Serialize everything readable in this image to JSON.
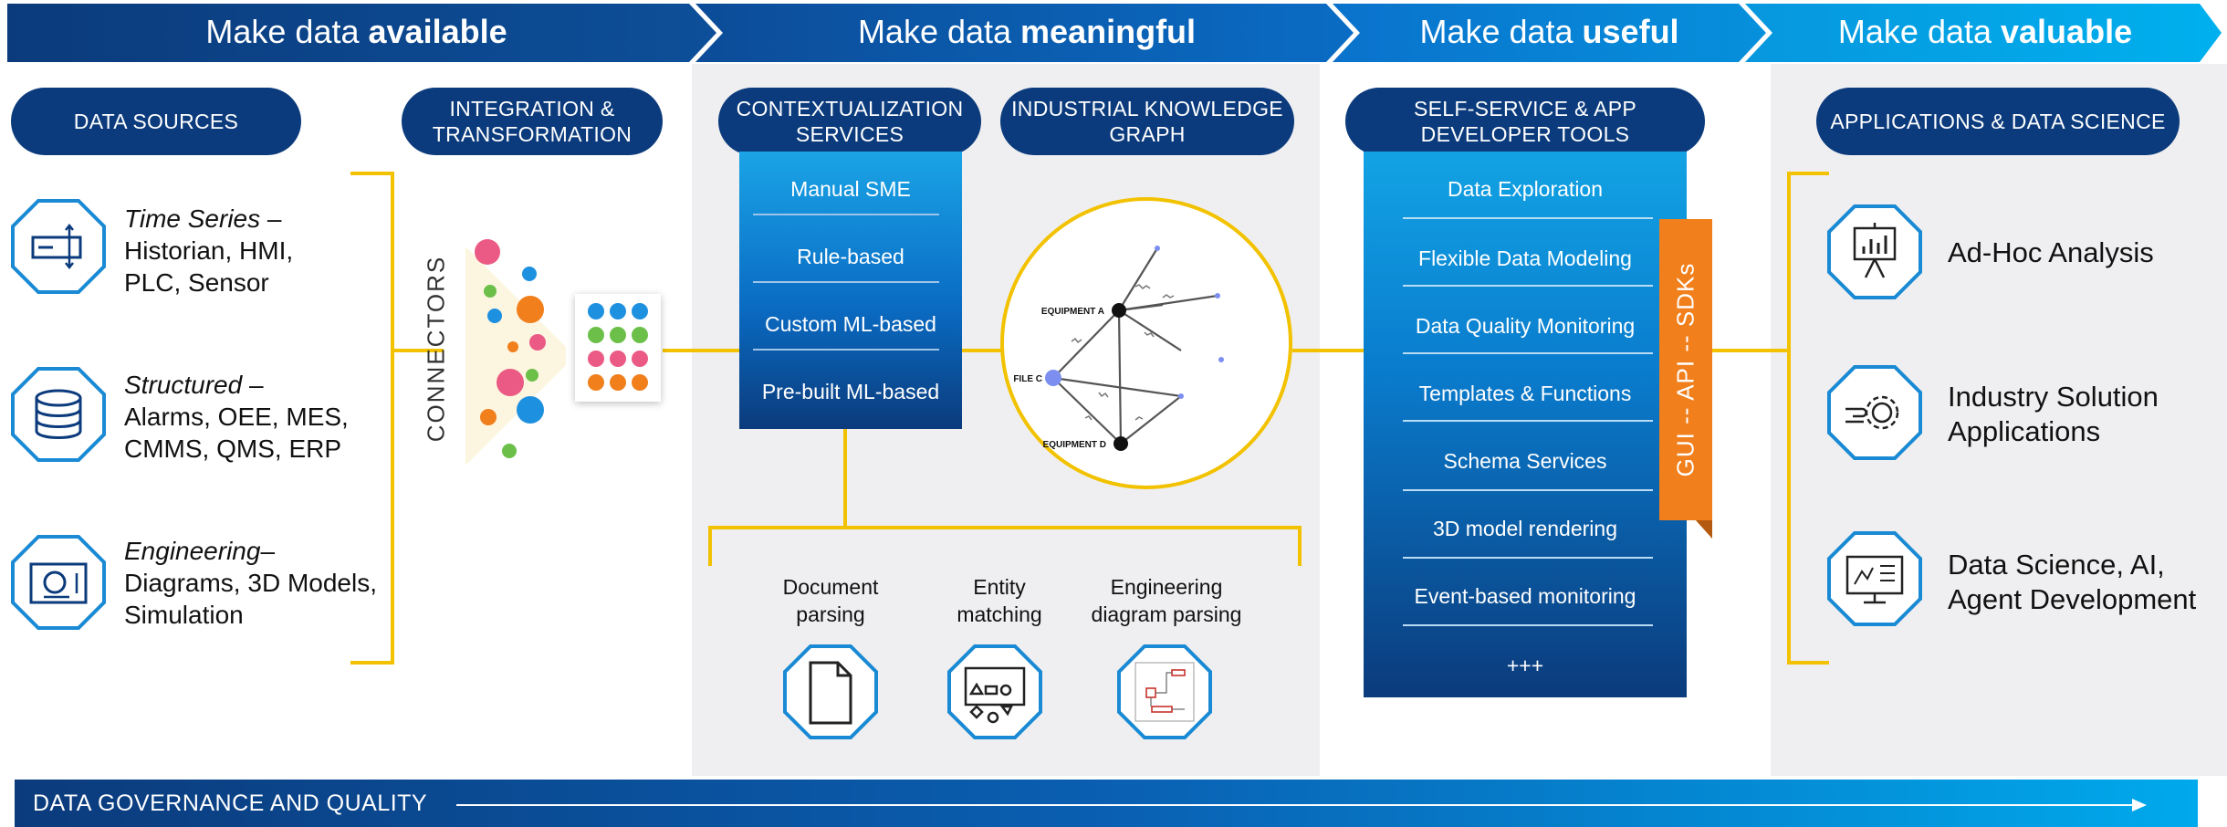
{
  "stages": [
    {
      "prefix": "Make data",
      "emphasis": "available"
    },
    {
      "prefix": "Make data",
      "emphasis": "meaningful"
    },
    {
      "prefix": "Make data",
      "emphasis": "useful"
    },
    {
      "prefix": "Make data",
      "emphasis": "valuable"
    }
  ],
  "pills": {
    "data_sources": "DATA SOURCES",
    "integration": "INTEGRATION &\nTRANSFORMATION",
    "contextualization": "CONTEXTUALIZATION\nSERVICES",
    "knowledge_graph": "INDUSTRIAL KNOWLEDGE\nGRAPH",
    "self_service": "SELF-SERVICE & APP\nDEVELOPER TOOLS",
    "applications": "APPLICATIONS & DATA SCIENCE"
  },
  "sources": [
    {
      "title": "Time Series",
      "sep": " –",
      "line1": "Historian, HMI,",
      "line2": "PLC, Sensor",
      "icon": "time-series-device-icon"
    },
    {
      "title": "Structured",
      "sep": " –",
      "line1": "Alarms, OEE, MES,",
      "line2": "CMMS, QMS, ERP",
      "icon": "database-icon"
    },
    {
      "title": "Engineering",
      "sep": "–",
      "line1": "Diagrams, 3D Models,",
      "line2": "Simulation",
      "icon": "engineering-drawing-icon"
    }
  ],
  "connectors_label": "CONNECTORS",
  "context_services": [
    "Manual SME",
    "Rule-based",
    "Custom ML-based",
    "Pre-built ML-based"
  ],
  "graph": {
    "node_equipment_a": "EQUIPMENT A",
    "node_file_c": "FILE C",
    "node_equipment_d": "EQUIPMENT D"
  },
  "parsing": [
    {
      "label": "Document\nparsing",
      "icon": "document-icon"
    },
    {
      "label": "Entity\nmatching",
      "icon": "shapes-icon"
    },
    {
      "label": "Engineering\ndiagram parsing",
      "icon": "diagram-icon"
    }
  ],
  "tools": [
    "Data Exploration",
    "Flexible Data Modeling",
    "Data Quality Monitoring",
    "Templates & Functions",
    "Schema Services",
    "3D model rendering",
    "Event-based monitoring",
    "+++"
  ],
  "sdk_tab": "GUI -- API -- SDKs",
  "apps": [
    {
      "label": "Ad-Hoc Analysis",
      "icon": "presentation-chart-icon"
    },
    {
      "label": "Industry Solution\nApplications",
      "icon": "gear-hand-icon"
    },
    {
      "label": "Data Science, AI,\nAgent Development",
      "icon": "monitor-analytics-icon"
    }
  ],
  "governance": "DATA GOVERNANCE AND QUALITY",
  "colors": {
    "dark_blue": "#0b3b7c",
    "mid_blue": "#0a6cc4",
    "light_blue": "#00a6e8",
    "orange": "#f07f1c",
    "yellow": "#f2c200"
  }
}
